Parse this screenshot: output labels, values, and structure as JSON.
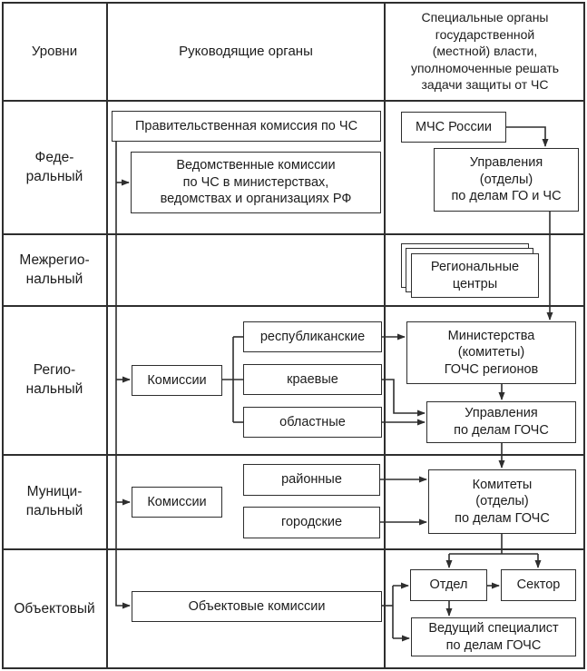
{
  "header": {
    "levels_col": "Уровни",
    "governing_col": "Руководящие органы",
    "special_col": "Специальные органы\nгосударственной\n(местной) власти,\nуполномоченные решать\nзадачи защиты от ЧС"
  },
  "levels": {
    "federal": "Феде-\nральный",
    "interregional": "Межрегио-\nнальный",
    "regional": "Регио-\nнальный",
    "municipal": "Муници-\nпальный",
    "object": "Объектовый"
  },
  "boxes": {
    "gov_commission": "Правительственная комиссия по ЧС",
    "dept_commissions": "Ведомственные комиссии\nпо ЧС в министерствах,\nведомствах и организациях РФ",
    "mchs": "МЧС России",
    "go_chs_departments": "Управления\n(отделы)\nпо делам ГО и ЧС",
    "regional_centers": "Региональные\nцентры",
    "commissions_regional": "Комиссии",
    "republican": "республиканские",
    "krai": "краевые",
    "oblast": "областные",
    "ministries": "Министерства\n(комитеты)\nГОЧС регионов",
    "gochs_departments": "Управления\nпо делам ГОЧС",
    "commissions_municipal": "Комиссии",
    "district": "районные",
    "city": "городские",
    "committees": "Комитеты\n(отделы)\nпо делам ГОЧС",
    "object_commissions": "Объектовые комиссии",
    "otdel": "Отдел",
    "sektor": "Сектор",
    "lead_specialist": "Ведущий специалист\nпо делам ГОЧС"
  },
  "colors": {
    "line": "#2e2e2e",
    "text": "#1c1c1c",
    "background": "#ffffff"
  }
}
